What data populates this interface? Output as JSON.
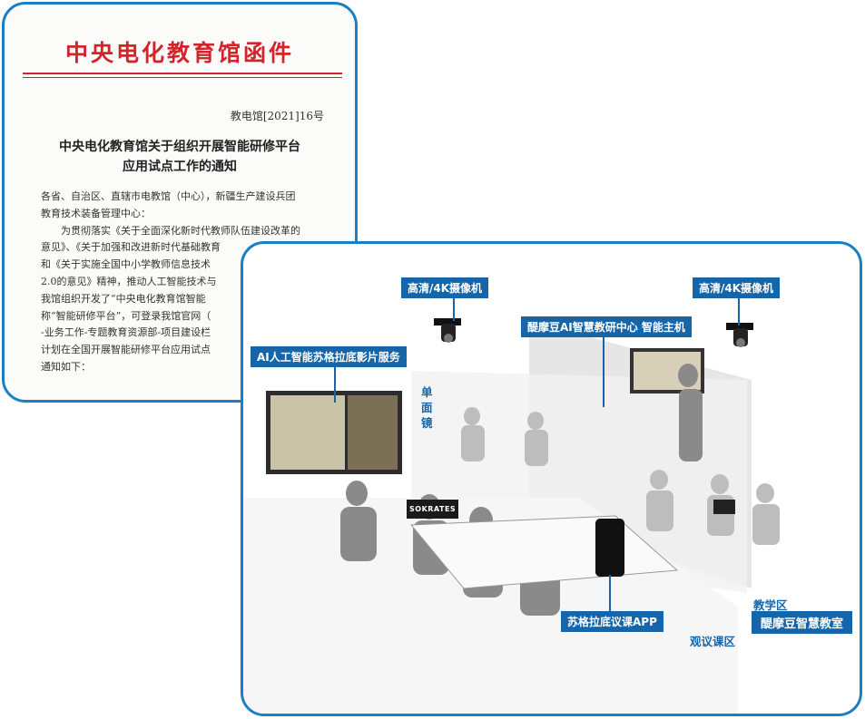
{
  "document": {
    "header": "中央电化教育馆函件",
    "doc_number": "教电馆[2021]16号",
    "title_line1": "中央电化教育馆关于组织开展智能研修平台",
    "title_line2": "应用试点工作的通知",
    "lines": [
      "各省、自治区、直辖市电教馆（中心），新疆生产建设兵团",
      "教育技术装备管理中心：",
      "　　为贯彻落实《关于全面深化新时代教师队伍建设改革的",
      "意见》、《关于加强和改进新时代基础教育",
      "和《关于实施全国中小学教师信息技术",
      "2.0的意见》精神，推动人工智能技术与",
      "我馆组织开发了“中央电化教育馆智能",
      "称“智能研修平台”，可登录我馆官网（",
      "-业务工作-专题教育资源部-项目建设栏",
      "计划在全国开展智能研修平台应用试点",
      "通知如下："
    ]
  },
  "scene": {
    "camera_left": "高清/4K摄像机",
    "camera_right": "高清/4K摄像机",
    "host": "醍摩豆AI智慧教研中心 智能主机",
    "ai_service": "AI人工智能苏格拉底影片服务",
    "mirror": "单\n面\n镜",
    "app": "苏格拉底议课APP",
    "teaching_zone": "教学区",
    "classroom": "醍摩豆智慧教室",
    "observation_zone": "观议课区",
    "screen_brand": "SOKRATES"
  },
  "colors": {
    "accent": "#1565a8",
    "border": "#1b7fc4",
    "letterhead": "#d2252b"
  }
}
